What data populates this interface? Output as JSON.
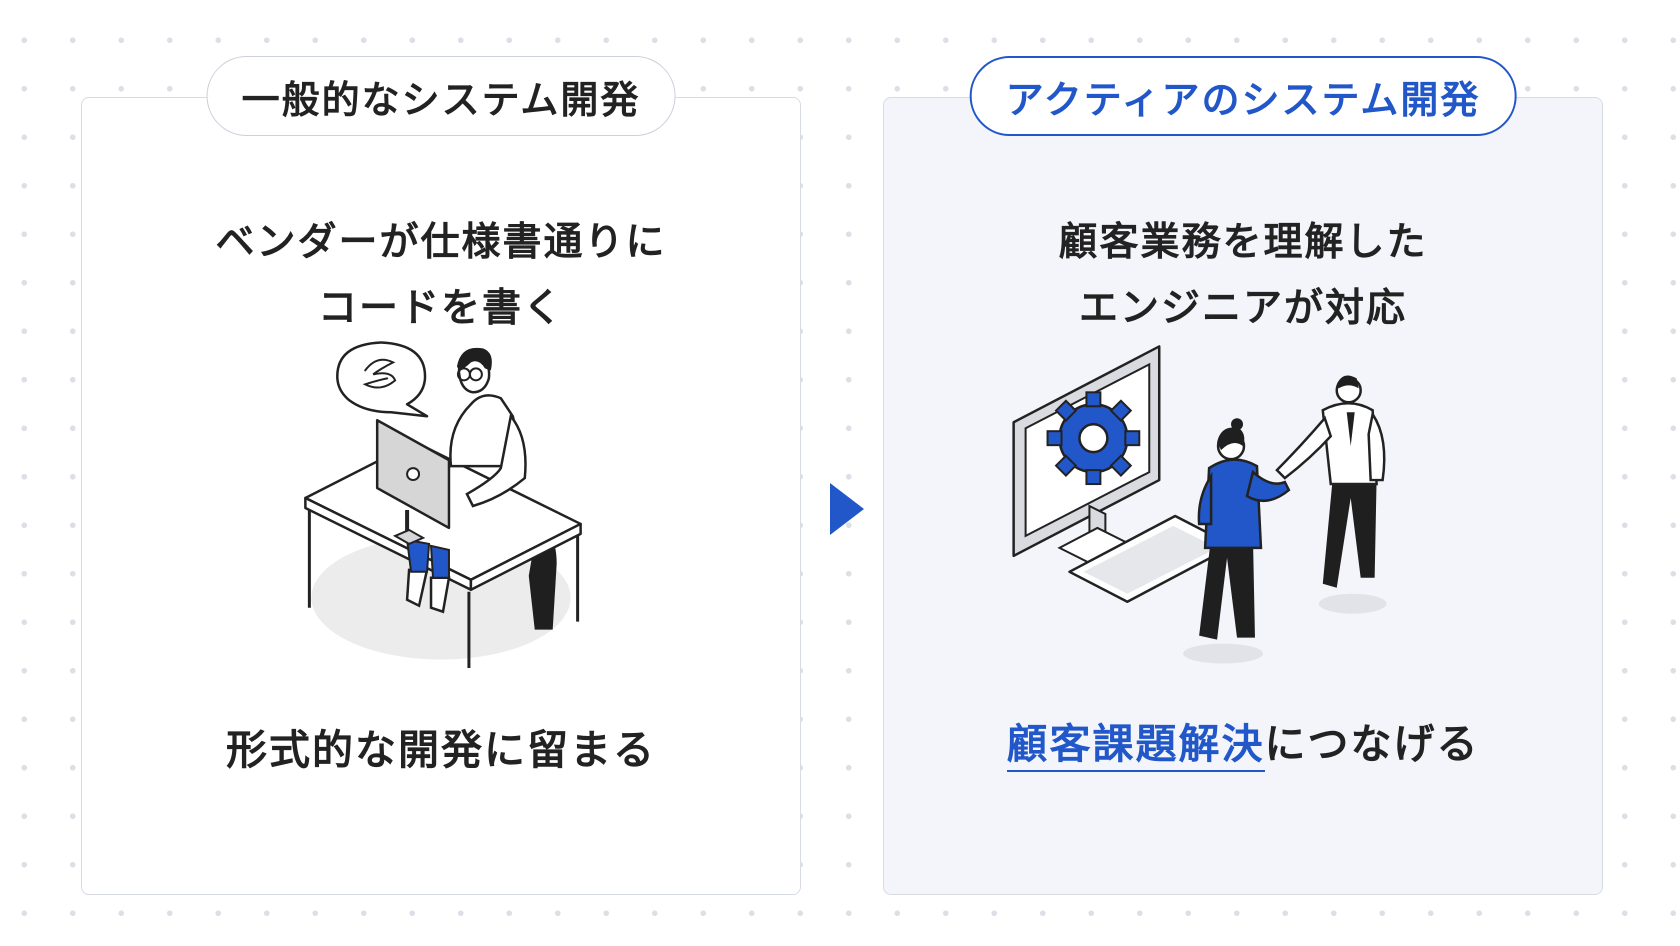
{
  "left_panel": {
    "label": "一般的なシステム開発",
    "heading_line1": "ベンダーが仕様書通りに",
    "heading_line2": "コードを書く",
    "footer": "形式的な開発に留まる"
  },
  "right_panel": {
    "label": "アクティアのシステム開発",
    "heading_line1": "顧客業務を理解した",
    "heading_line2": "エンジニアが対応",
    "footer_highlight": "顧客課題解決",
    "footer_rest": "につなげる"
  },
  "colors": {
    "accent": "#2157c8",
    "panel_bg_right": "#f3f5fa",
    "border": "#d7dbe4",
    "text": "#222222"
  },
  "icons": [
    "speech-bubble-icon",
    "gear-icon",
    "arrow-right-icon"
  ]
}
